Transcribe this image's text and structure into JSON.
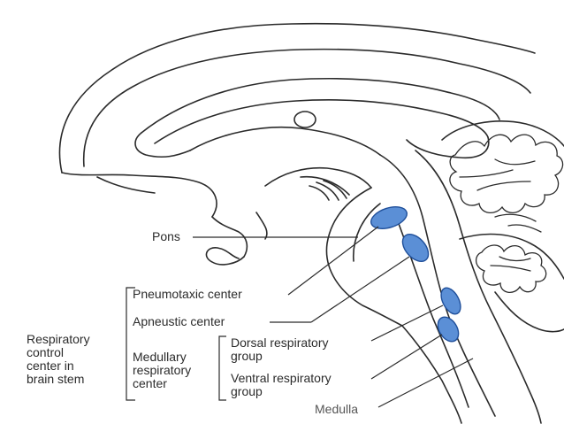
{
  "labels": {
    "pons": "Pons",
    "pneumotaxic": "Pneumotaxic center",
    "apneustic": "Apneustic center",
    "respiratory_control": "Respiratory\ncontrol\ncenter in\nbrain stem",
    "medullary": "Medullary\nrespiratory\ncenter",
    "dorsal": "Dorsal respiratory\ngroup",
    "ventral": "Ventral respiratory\ngroup",
    "medulla": "Medulla"
  },
  "colors": {
    "outline": "#2b2b2b",
    "nucleus_fill": "#5b8fd6",
    "nucleus_stroke": "#1f4f9a",
    "text": "#2b2b2b"
  }
}
